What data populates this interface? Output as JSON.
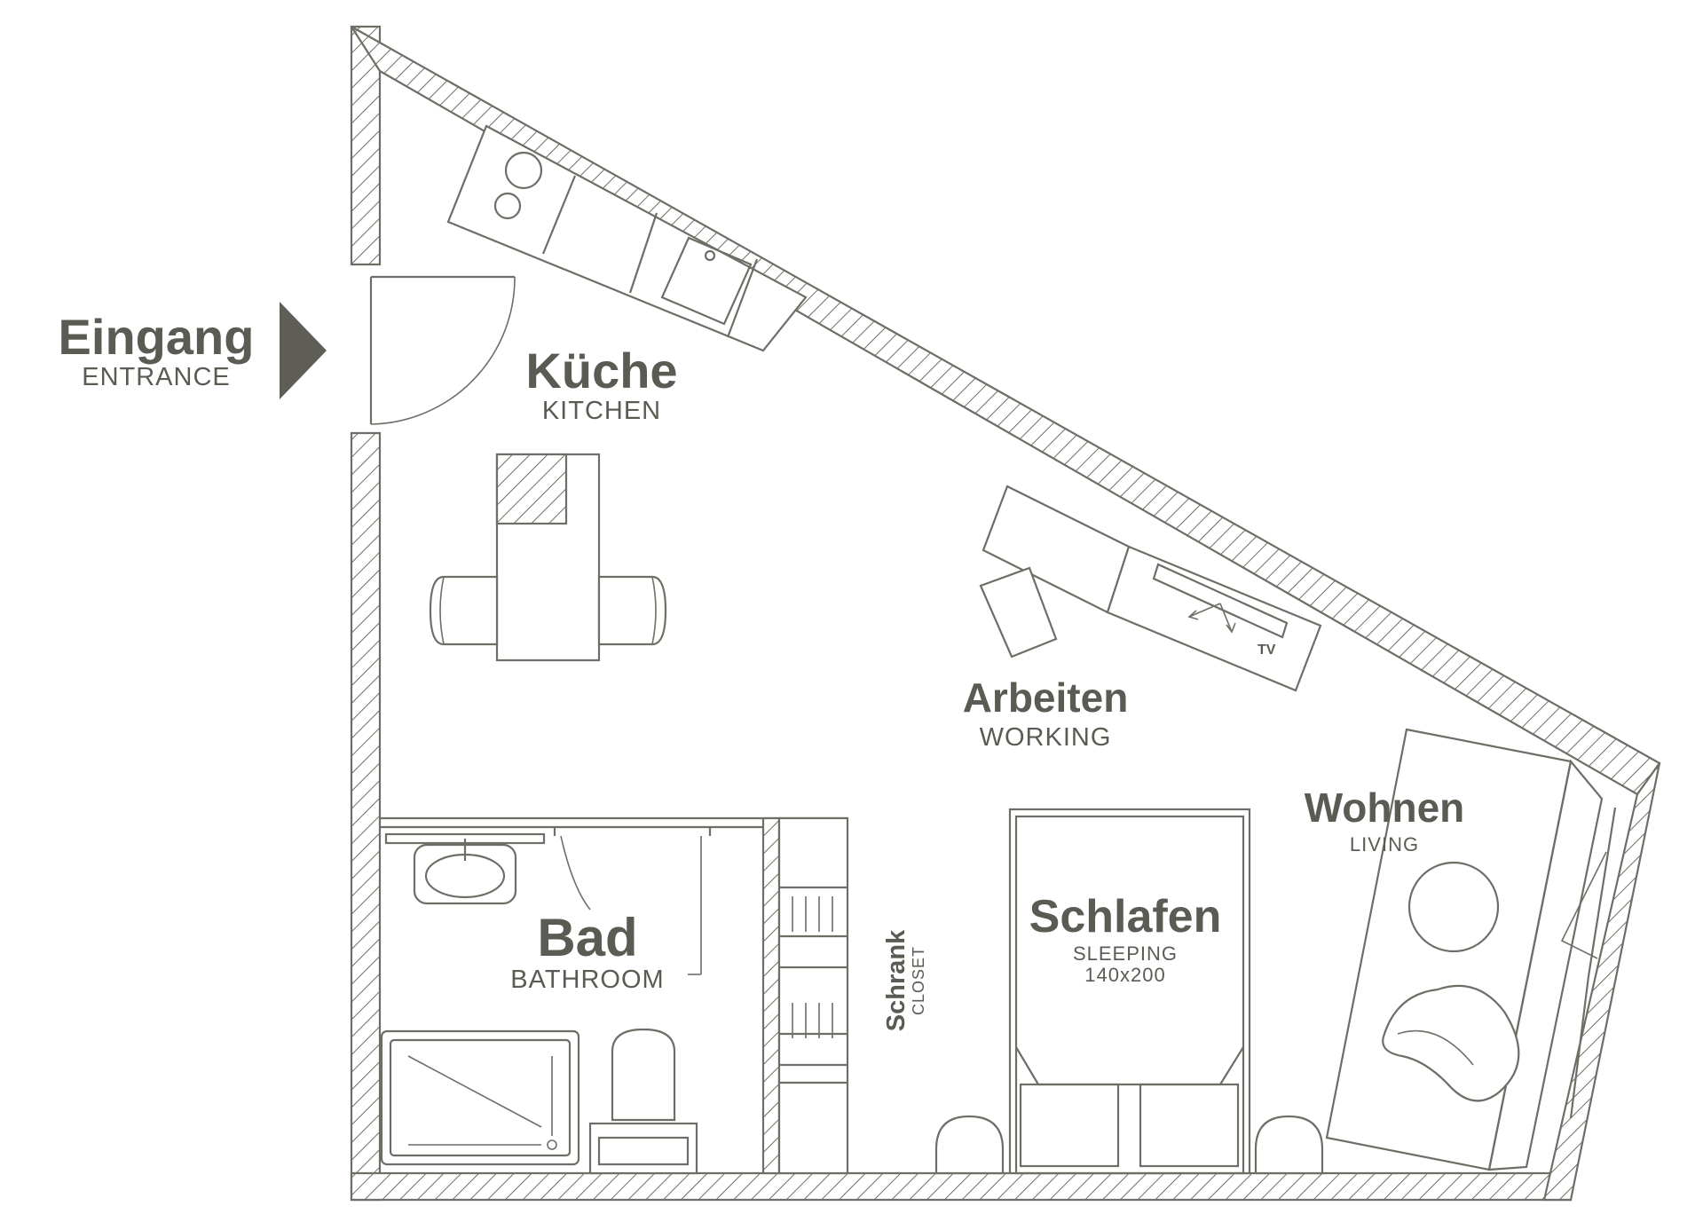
{
  "entrance": {
    "name": "Eingang",
    "sub": "ENTRANCE"
  },
  "kitchen": {
    "name": "Küche",
    "sub": "KITCHEN"
  },
  "working": {
    "name": "Arbeiten",
    "sub": "WORKING",
    "tv": "TV"
  },
  "living": {
    "name": "Wohnen",
    "sub": "LIVING"
  },
  "sleeping": {
    "name": "Schlafen",
    "sub": "SLEEPING",
    "size": "140x200"
  },
  "bathroom": {
    "name": "Bad",
    "sub": "BATHROOM"
  },
  "closet": {
    "name": "Schrank",
    "sub": "CLOSET"
  },
  "colors": {
    "line": "#6e6e66",
    "text": "#5b5b54",
    "arrow": "#5e5e56",
    "background": "#ffffff"
  }
}
